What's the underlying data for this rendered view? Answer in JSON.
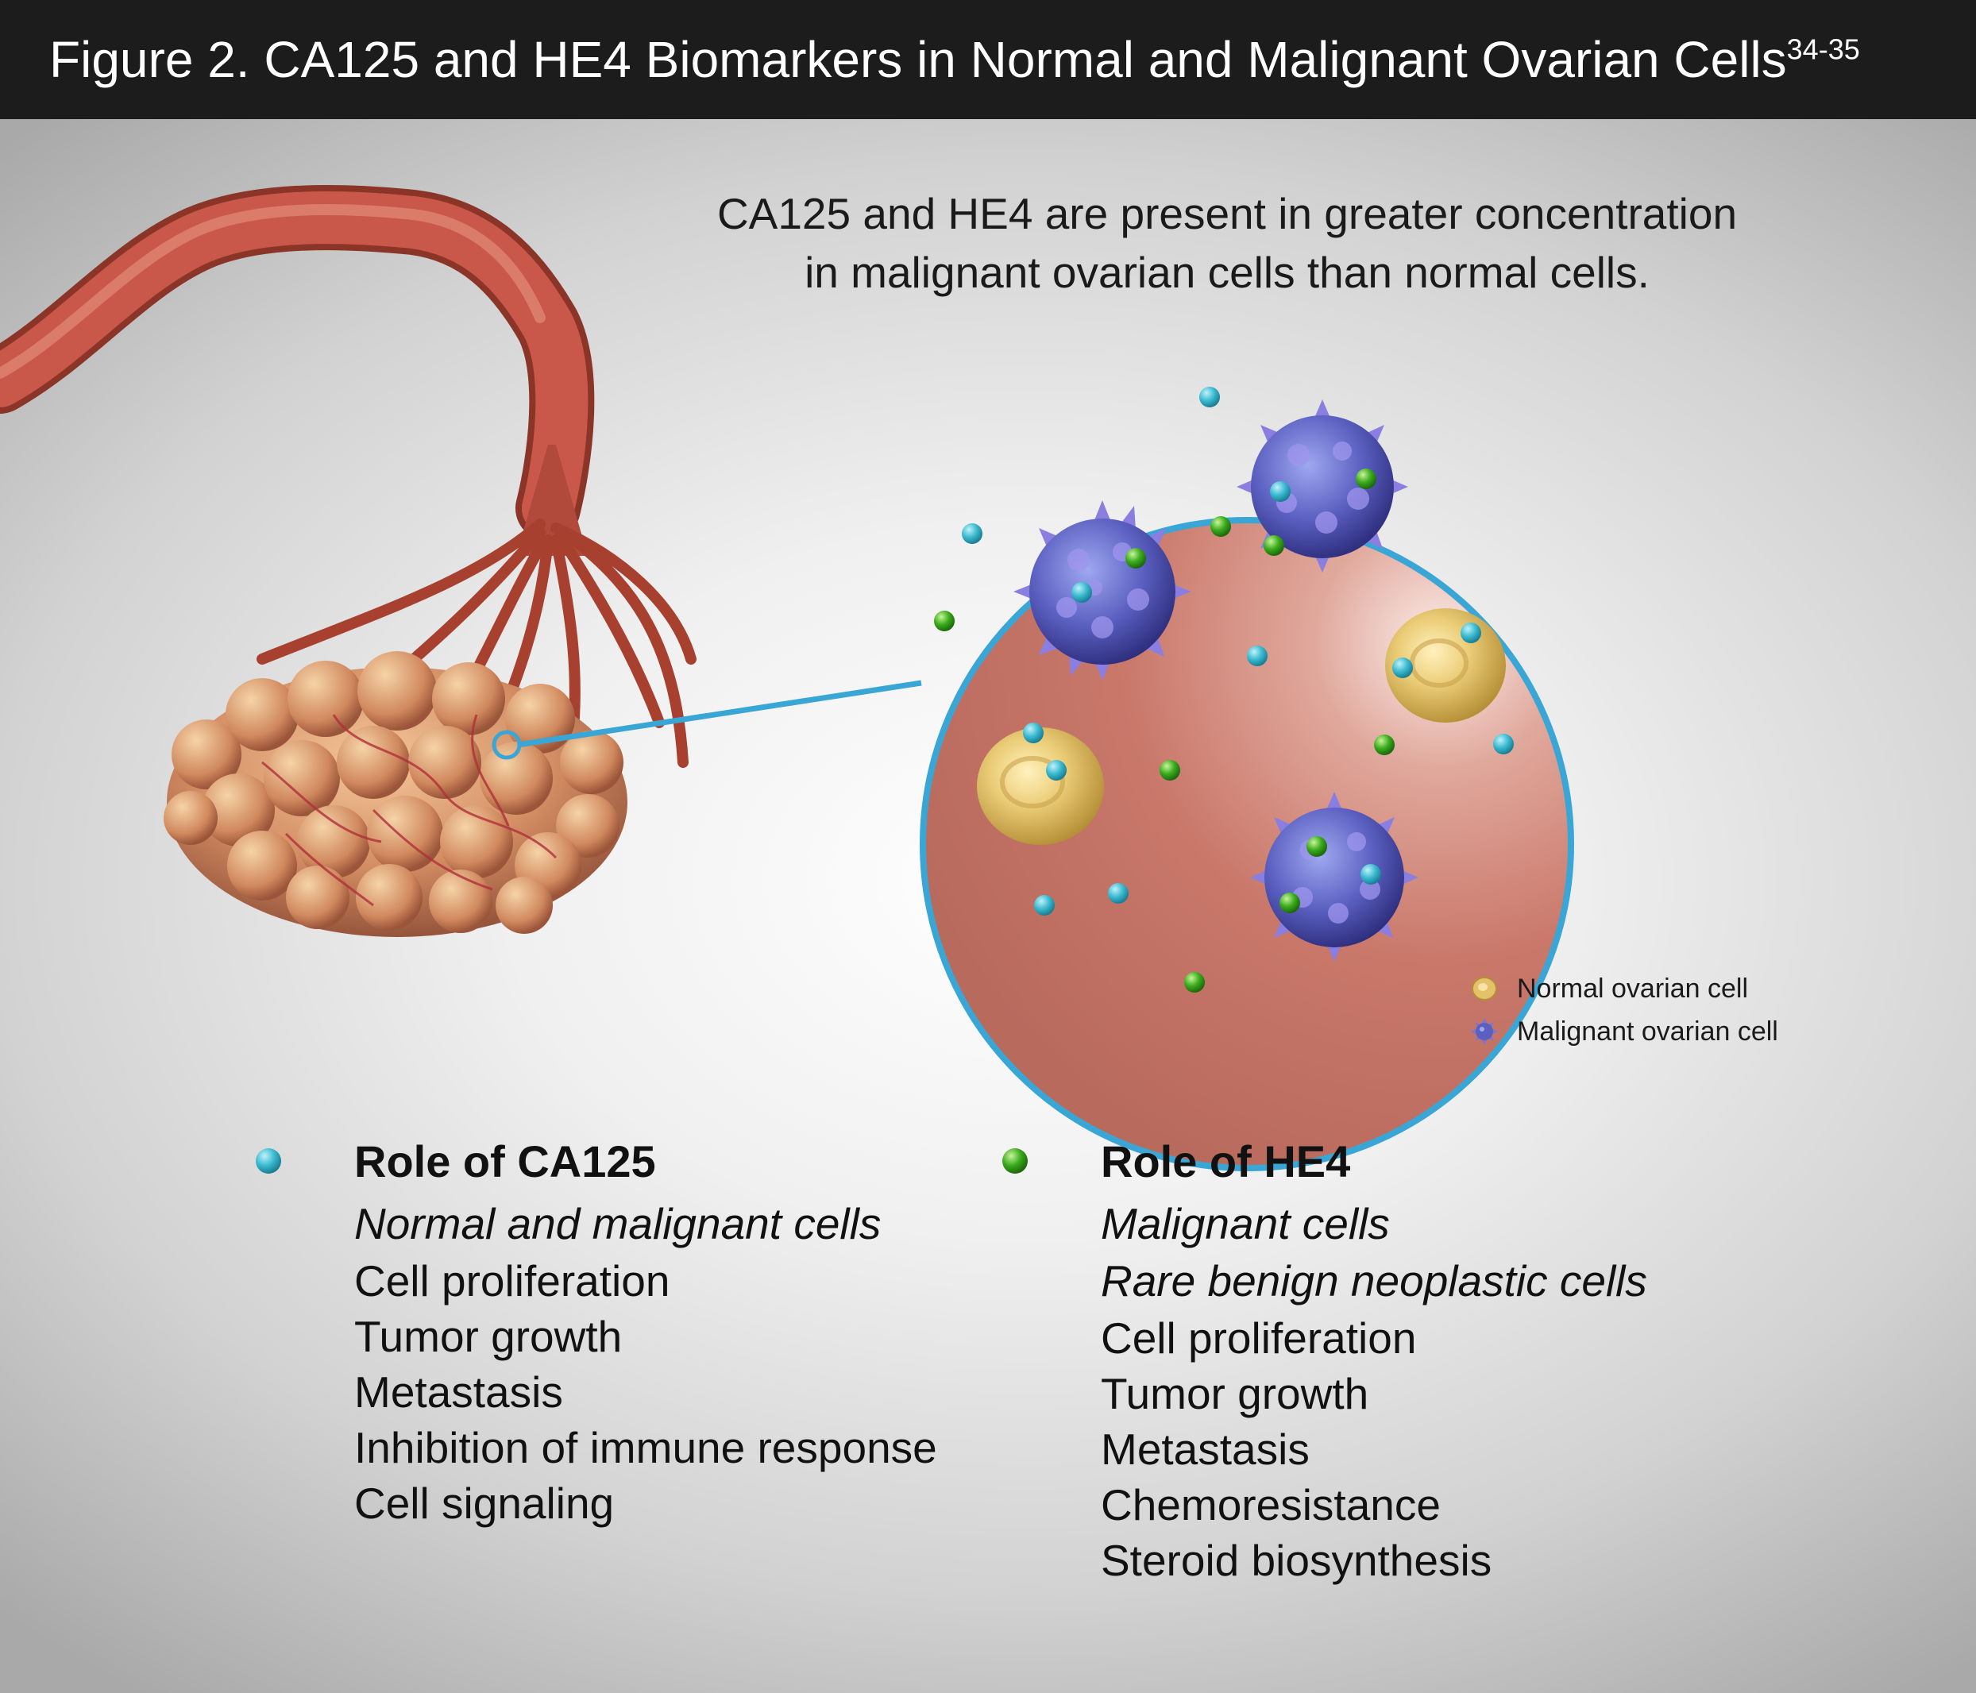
{
  "title": {
    "text": "Figure 2. CA125 and HE4 Biomarkers in Normal and Malignant Ovarian Cells",
    "superscript": "34-35"
  },
  "headline": {
    "line1": "CA125 and HE4 are present in greater concentration",
    "line2": "in malignant ovarian cells than normal cells."
  },
  "legend": {
    "normal": "Normal ovarian cell",
    "malignant": "Malignant ovarian cell"
  },
  "ca125": {
    "heading": "Role of CA125",
    "subheading": "Normal and malignant cells",
    "items": [
      "Cell proliferation",
      "Tumor growth",
      "Metastasis",
      "Inhibition of immune response",
      "Cell signaling"
    ]
  },
  "he4": {
    "heading": "Role of HE4",
    "subheadings": [
      "Malignant cells",
      "Rare benign neoplastic cells"
    ],
    "items": [
      "Cell proliferation",
      "Tumor growth",
      "Metastasis",
      "Chemoresistance",
      "Steroid biosynthesis"
    ]
  },
  "colors": {
    "title_bar": "#1c1c1c",
    "ca125_marker": "#3bbad0",
    "he4_marker": "#3aab1c",
    "circle_border": "#3aa6d6",
    "tissue": "#c9786a",
    "normal_cell": "#e3c26a",
    "malignant_cell": "#5a5fc0"
  }
}
